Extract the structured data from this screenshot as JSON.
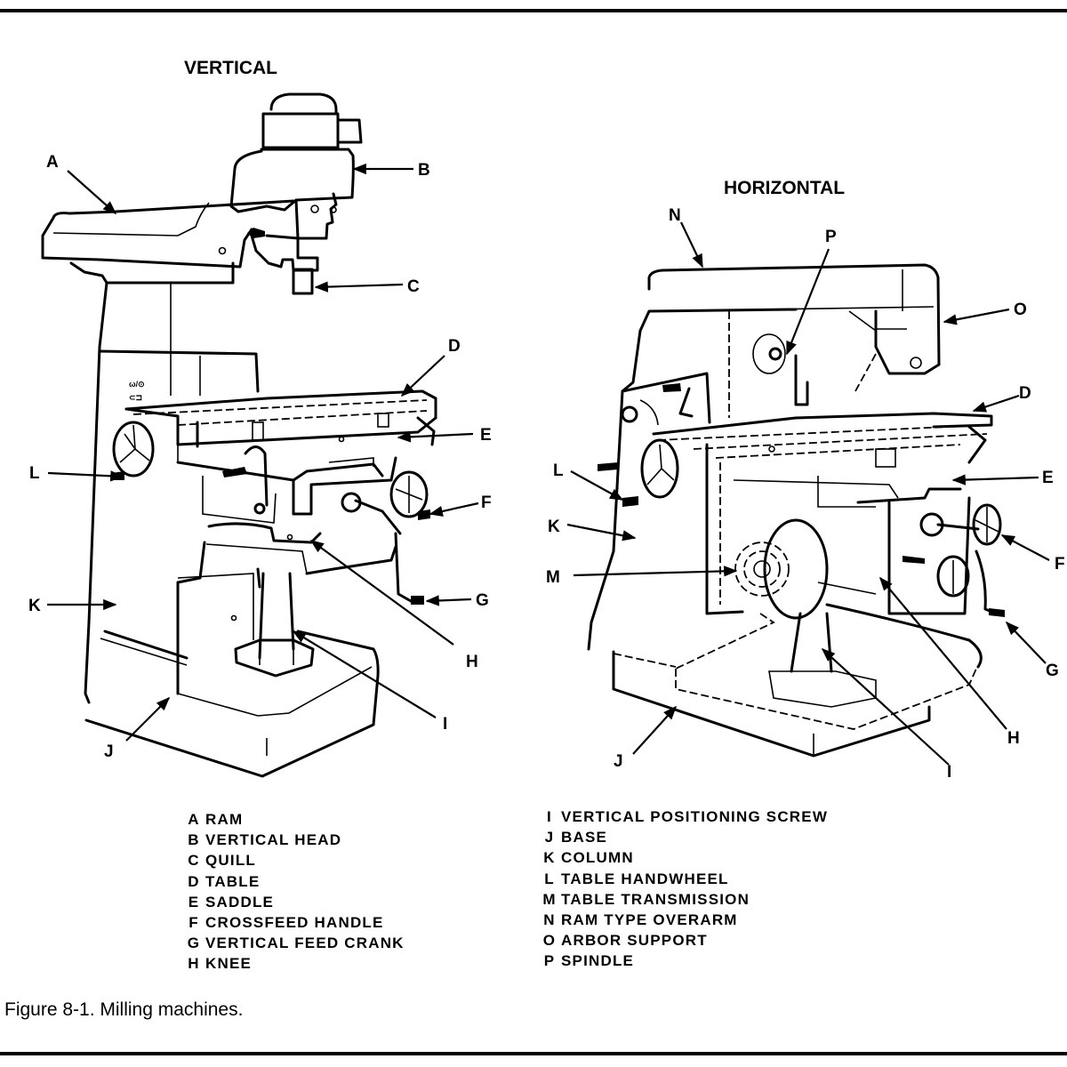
{
  "figure": {
    "caption": "Figure 8-1. Milling machines.",
    "machines": [
      {
        "title": "VERTICAL",
        "callouts": [
          "A",
          "B",
          "C",
          "D",
          "E",
          "F",
          "G",
          "H",
          "I",
          "J",
          "K",
          "L"
        ]
      },
      {
        "title": "HORIZONTAL",
        "callouts": [
          "N",
          "P",
          "O",
          "D",
          "E",
          "L",
          "K",
          "M",
          "F",
          "G",
          "H",
          "I",
          "J"
        ]
      }
    ]
  },
  "legend": {
    "left": [
      {
        "key": "A",
        "label": "RAM"
      },
      {
        "key": "B",
        "label": "VERTICAL HEAD"
      },
      {
        "key": "C",
        "label": "QUILL"
      },
      {
        "key": "D",
        "label": "TABLE"
      },
      {
        "key": "E",
        "label": "SADDLE"
      },
      {
        "key": "F",
        "label": "CROSSFEED HANDLE"
      },
      {
        "key": "G",
        "label": "VERTICAL FEED CRANK"
      },
      {
        "key": "H",
        "label": "KNEE"
      }
    ],
    "right": [
      {
        "key": "I",
        "label": "VERTICAL POSITIONING SCREW"
      },
      {
        "key": "J",
        "label": "BASE"
      },
      {
        "key": "K",
        "label": "COLUMN"
      },
      {
        "key": "L",
        "label": "TABLE HANDWHEEL"
      },
      {
        "key": "M",
        "label": "TABLE TRANSMISSION"
      },
      {
        "key": "N",
        "label": "RAM TYPE OVERARM"
      },
      {
        "key": "O",
        "label": "ARBOR SUPPORT"
      },
      {
        "key": "P",
        "label": "SPINDLE"
      }
    ]
  }
}
